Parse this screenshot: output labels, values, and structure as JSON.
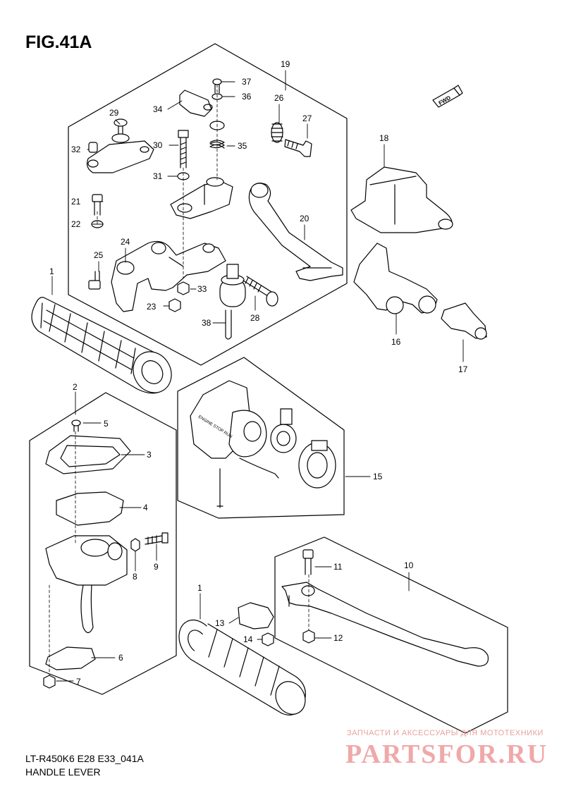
{
  "title": "FIG.41A",
  "fwd_label": "FWD",
  "switch_label": "ENGINE STOP RUN",
  "callouts": [
    {
      "id": "c1a",
      "label": "1"
    },
    {
      "id": "c2",
      "label": "2"
    },
    {
      "id": "c3",
      "label": "3"
    },
    {
      "id": "c4",
      "label": "4"
    },
    {
      "id": "c5",
      "label": "5"
    },
    {
      "id": "c6",
      "label": "6"
    },
    {
      "id": "c7",
      "label": "7"
    },
    {
      "id": "c8",
      "label": "8"
    },
    {
      "id": "c9",
      "label": "9"
    },
    {
      "id": "c10",
      "label": "10"
    },
    {
      "id": "c11",
      "label": "11"
    },
    {
      "id": "c12",
      "label": "12"
    },
    {
      "id": "c13",
      "label": "13"
    },
    {
      "id": "c14",
      "label": "14"
    },
    {
      "id": "c15",
      "label": "15"
    },
    {
      "id": "c16",
      "label": "16"
    },
    {
      "id": "c17",
      "label": "17"
    },
    {
      "id": "c18",
      "label": "18"
    },
    {
      "id": "c19",
      "label": "19"
    },
    {
      "id": "c20",
      "label": "20"
    },
    {
      "id": "c21",
      "label": "21"
    },
    {
      "id": "c22",
      "label": "22"
    },
    {
      "id": "c23",
      "label": "23"
    },
    {
      "id": "c24",
      "label": "24"
    },
    {
      "id": "c25",
      "label": "25"
    },
    {
      "id": "c26",
      "label": "26"
    },
    {
      "id": "c27",
      "label": "27"
    },
    {
      "id": "c28",
      "label": "28"
    },
    {
      "id": "c29",
      "label": "29"
    },
    {
      "id": "c30",
      "label": "30"
    },
    {
      "id": "c31",
      "label": "31"
    },
    {
      "id": "c32",
      "label": "32"
    },
    {
      "id": "c33",
      "label": "33"
    },
    {
      "id": "c34",
      "label": "34"
    },
    {
      "id": "c35",
      "label": "35"
    },
    {
      "id": "c36",
      "label": "36"
    },
    {
      "id": "c37",
      "label": "37"
    },
    {
      "id": "c38",
      "label": "38"
    },
    {
      "id": "c1b",
      "label": "1"
    }
  ],
  "footer": {
    "model_code": "LT-R450K6 E28 E33_041A",
    "section_name": "HANDLE LEVER"
  },
  "watermark": {
    "tagline": "ЗАПЧАСТИ И АКСЕССУАРЫ ДЛЯ МОТОТЕХНИКИ",
    "brand": "PARTSFOR.RU"
  }
}
